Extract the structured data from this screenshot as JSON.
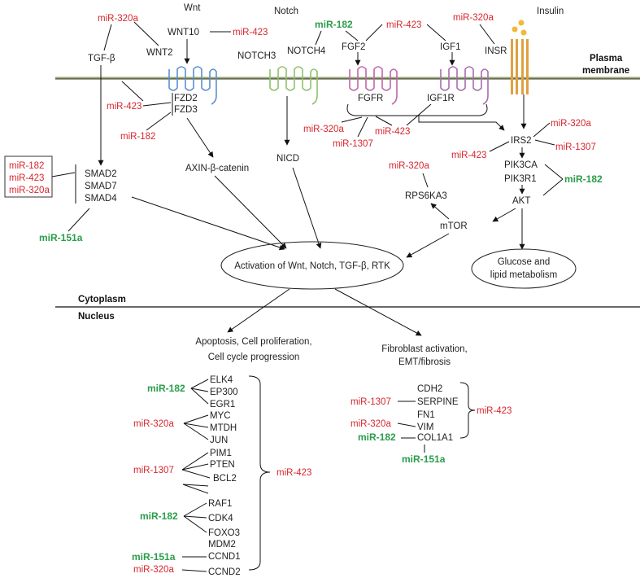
{
  "pathways": {
    "wnt": "Wnt",
    "notch": "Notch",
    "insulin": "Insulin"
  },
  "membrane": {
    "line1": "Plasma",
    "line2": "membrane"
  },
  "compartments": {
    "cytoplasm": "Cytoplasm",
    "nucleus": "Nucleus"
  },
  "ligands": {
    "wnt10": "WNT10",
    "wnt2": "WNT2",
    "tgfb": "TGF-β",
    "notch3": "NOTCH3",
    "notch4": "NOTCH4",
    "fgf2": "FGF2",
    "igf1": "IGF1",
    "insr": "INSR"
  },
  "receptors": {
    "fzd2": "FZD2",
    "fzd3": "FZD3",
    "fgfr": "FGFR",
    "igf1r": "IGF1R"
  },
  "cytoplasm": {
    "smad2": "SMAD2",
    "smad7": "SMAD7",
    "smad4": "SMAD4",
    "axin": "AXIN-β-catenin",
    "nicd": "NICD",
    "rps6ka3": "RPS6KA3",
    "mtor": "mTOR",
    "irs2": "IRS2",
    "pik3ca": "PIK3CA",
    "pik3r1": "PIK3R1",
    "akt": "AKT",
    "glucose_l1": "Glucose and",
    "glucose_l2": "lipid metabolism",
    "activation": "Activation of Wnt, Notch, TGF-β, RTK"
  },
  "outcomes": {
    "apop_l1": "Apoptosis, Cell proliferation,",
    "apop_l2": "Cell cycle progression",
    "fib_l1": "Fibroblast activation,",
    "fib_l2": "EMT/fibrosis"
  },
  "left_genes": [
    "ELK4",
    "EP300",
    "EGR1",
    "MYC",
    "MTDH",
    "JUN",
    "PIM1",
    "PTEN",
    "BCL2",
    "RAF1",
    "CDK4",
    "FOXO3",
    "MDM2",
    "CCND1",
    "CCND2"
  ],
  "right_genes": [
    "CDH2",
    "SERPINE",
    "FN1",
    "VIM",
    "COL1A1"
  ],
  "mirnas": {
    "m320a": "miR-320a",
    "m423": "miR-423",
    "m182": "miR-182",
    "m1307": "miR-1307",
    "m151a": "miR-151a"
  },
  "colors": {
    "red_mirna": "#d7262e",
    "green_mirna": "#2a9d4a",
    "membrane_line": "#9aa86a",
    "wnt_receptor": "#5b8fd0",
    "notch_receptor": "#8dc26b",
    "fgfr_receptor": "#c266a8",
    "igf1r_receptor": "#a86cb0",
    "insr_receptor": "#e0a040",
    "insulin_dots": "#f0b93a"
  }
}
